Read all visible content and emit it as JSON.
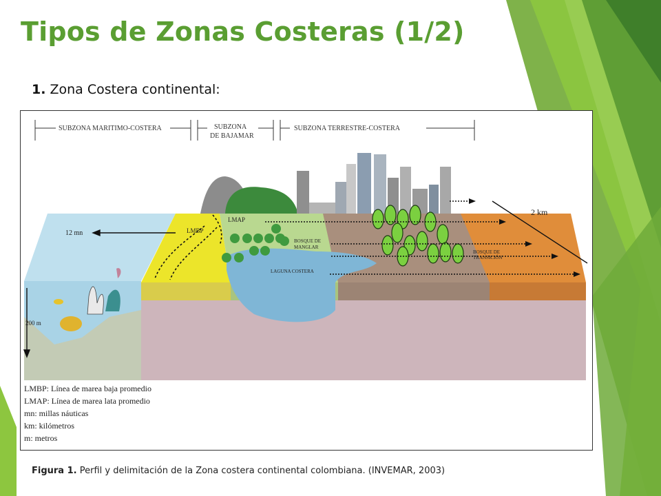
{
  "slide": {
    "title": "Tipos de Zonas Costeras (1/2)",
    "subtitle_number": "1.",
    "subtitle_text": "Zona Costera continental:",
    "caption_label": "Figura 1.",
    "caption_text": "Perfil y delimitación de la Zona costera continental colombiana. (INVEMAR, 2003)"
  },
  "diagram": {
    "header": {
      "maritimo": "SUBZONA MARITIMO-COSTERA",
      "bajamar_1": "SUBZONA",
      "bajamar_2": "DE BAJAMAR",
      "terrestre": "SUBZONA TERRESTRE-COSTERA"
    },
    "labels": {
      "mn12": "12 mn",
      "km2": "2 km",
      "lmbp": "LMBP",
      "lmap": "LMAP",
      "manglar_1": "BOSQUE DE",
      "manglar_2": "MANGLAR",
      "laguna": "LAGUNA COSTERA",
      "transicion_1": "BOSQUE DE",
      "transicion_2": "TRANSICIÓN",
      "depth": "200 m"
    },
    "legend": [
      "LMBP: Línea de marea baja promedio",
      "LMAP: Línea de marea lata promedio",
      "mn: millas náuticas",
      "km: kilómetros",
      "m: metros"
    ],
    "colors": {
      "title_green": "#5a9e32",
      "sea": "#a9d3e6",
      "beach_yellow": "#ece52a",
      "mangrove_zone": "#b9d890",
      "lagoon": "#7fb6d6",
      "terrestrial_brown": "#a98f7d",
      "transition_orange": "#e08d3a",
      "ground": "#cdb5bb"
    }
  }
}
